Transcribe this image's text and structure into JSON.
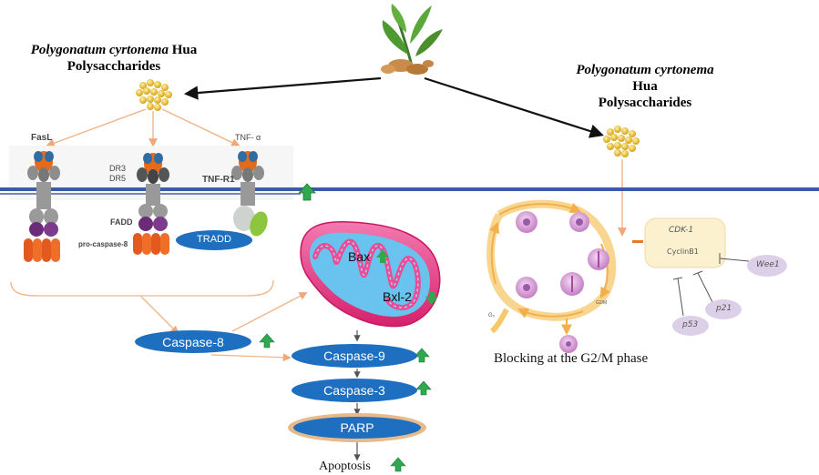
{
  "left_title": {
    "italic": "Polygonatum cyrtonema",
    "tail": "Hua",
    "line3": "Polysaccharides"
  },
  "right_title": {
    "italic": "Polygonatum cyrtonema",
    "tail": "Hua",
    "line3": "Polysaccharides"
  },
  "ligands": {
    "fasl": "FasL",
    "dr3": "DR3",
    "dr5": "DR5",
    "tnf": "TNF- α",
    "tnfr1": "TNF-R1"
  },
  "adaptors": {
    "fadd": "FADD",
    "procasp8": "pro-caspase-8",
    "tradd": "TRADD"
  },
  "mito": {
    "bax": "Bax",
    "bcl2": "Bxl-2"
  },
  "cascade": {
    "casp8": "Caspase-8",
    "casp9": "Caspase-9",
    "casp3": "Caspase-3",
    "parp": "PARP",
    "apoptosis": "Apoptosis"
  },
  "cell_cycle": {
    "cdk1": "CDK-1",
    "cyclinb1": "CyclinB1",
    "wee1": "Wee1",
    "p21": "p21",
    "p53": "p53",
    "g2m": "G2/M",
    "g0": "G₀"
  },
  "caption": "Blocking at the G2/M phase",
  "colors": {
    "membrane": "#3a5ba8",
    "pill": "#1e6fc0",
    "up_arrow": "#2fa84f",
    "down_arrow": "#2fa84f",
    "arrow_line": "#f0b488",
    "mito": "#e83e8c"
  }
}
